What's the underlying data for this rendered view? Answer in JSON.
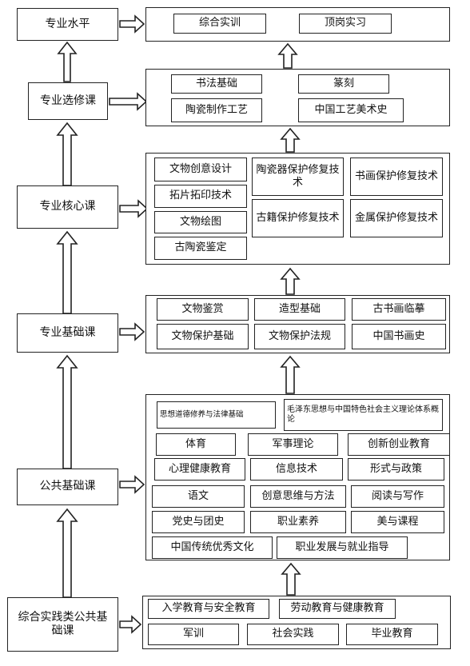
{
  "levels": [
    "专业水平",
    "专业选修课",
    "专业核心课",
    "专业基础课",
    "公共基础课",
    "综合实践类公共基础课"
  ],
  "groups": {
    "top": [
      "综合实训",
      "顶岗实习"
    ],
    "elective": [
      "书法基础",
      "篆刻",
      "陶瓷制作工艺",
      "中国工艺美术史"
    ],
    "core": [
      "文物创意设计",
      "陶瓷器保护修复技术",
      "书画保护修复技术",
      "拓片拓印技术",
      "古籍保护修复技术",
      "金属保护修复技术",
      "文物绘图",
      "古陶瓷鉴定"
    ],
    "foundation": [
      "文物鉴赏",
      "造型基础",
      "古书画临摹",
      "文物保护基础",
      "文物保护法规",
      "中国书画史"
    ],
    "public": [
      "思想道德修养与法律基础",
      "毛泽东思想与中国特色社会主义理论体系概论",
      "体育",
      "军事理论",
      "创新创业教育",
      "心理健康教育",
      "信息技术",
      "形式与政策",
      "语文",
      "创意思维与方法",
      "阅读与写作",
      "党史与团史",
      "职业素养",
      "美与课程",
      "中国传统优秀文化",
      "职业发展与就业指导"
    ],
    "practice": [
      "入学教育与安全教育",
      "劳动教育与健康教育",
      "军训",
      "社会实践",
      "毕业教育"
    ]
  }
}
